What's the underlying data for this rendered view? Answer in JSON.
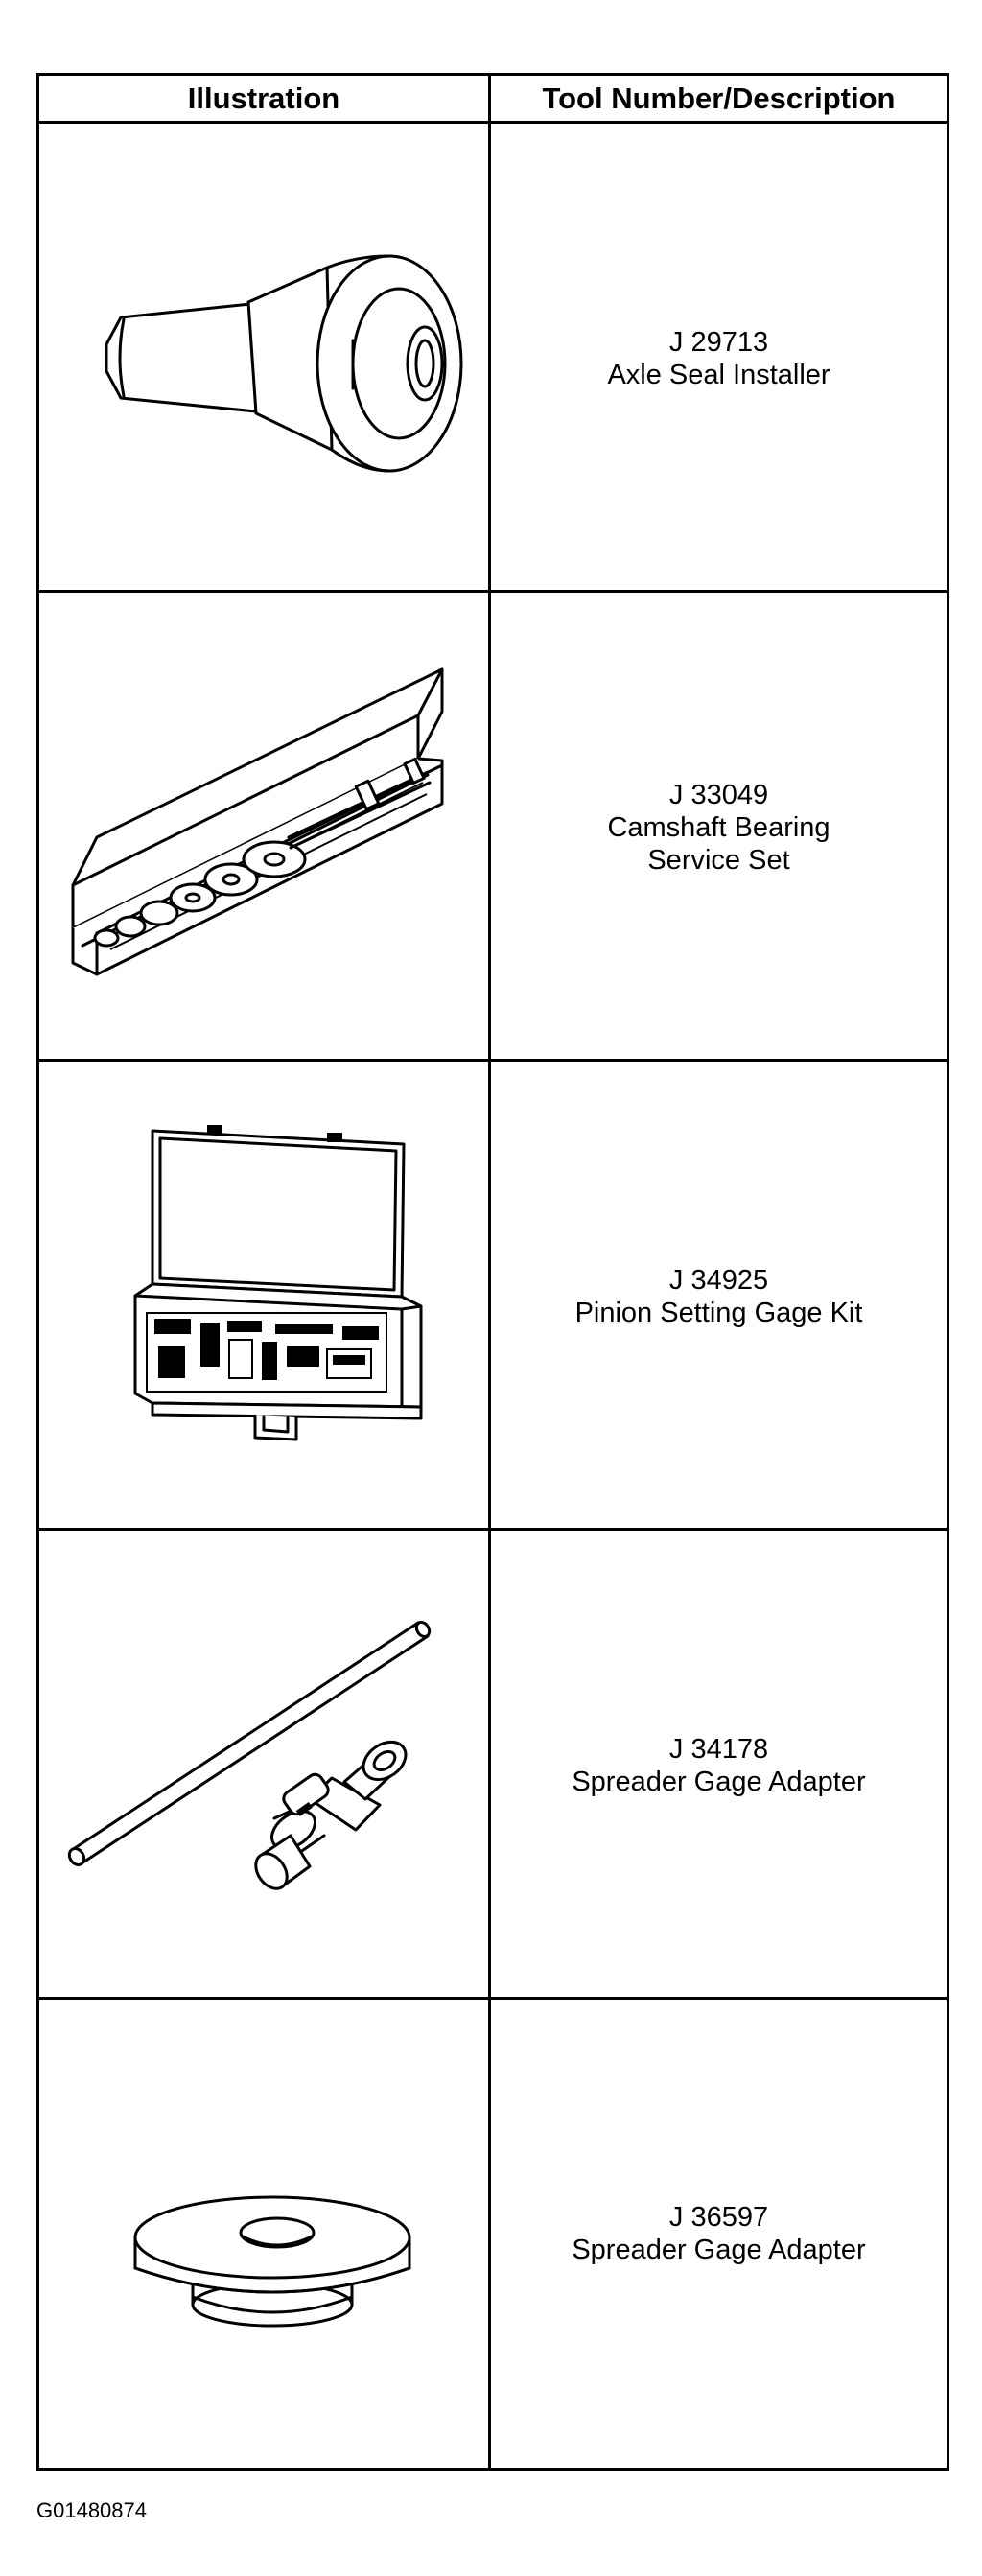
{
  "table": {
    "headers": [
      "Illustration",
      "Tool Number/Description"
    ],
    "rows": [
      {
        "tool_number": "J 29713",
        "description_lines": [
          "Axle Seal Installer"
        ],
        "illustration_icon": "axle-seal-installer-illustration"
      },
      {
        "tool_number": "J 33049",
        "description_lines": [
          "Camshaft Bearing",
          "Service Set"
        ],
        "illustration_icon": "camshaft-bearing-set-illustration"
      },
      {
        "tool_number": "J 34925",
        "description_lines": [
          "Pinion Setting Gage Kit"
        ],
        "illustration_icon": "pinion-gage-kit-illustration"
      },
      {
        "tool_number": "J 34178",
        "description_lines": [
          "Spreader Gage Adapter"
        ],
        "illustration_icon": "spreader-gage-rod-illustration"
      },
      {
        "tool_number": "J 36597",
        "description_lines": [
          "Spreader Gage Adapter"
        ],
        "illustration_icon": "spreader-gage-ring-illustration"
      }
    ]
  },
  "figure_id": "G01480874"
}
